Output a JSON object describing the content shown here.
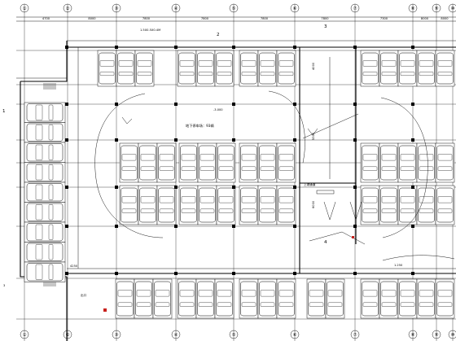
{
  "diagram": {
    "axes": [
      "①",
      "②",
      "③",
      "④",
      "⑤",
      "⑥",
      "⑦",
      "⑧",
      "⑨",
      "⑩"
    ],
    "side_axis": "1",
    "top_dims": [
      "4700",
      "8000",
      "7800",
      "7800",
      "7800",
      "7800",
      "7300",
      "8000",
      "8000"
    ],
    "labels": {
      "top_tag": "1.5X0.5X0.4M",
      "area_label": "地下停车场：93辆",
      "section_2": "2",
      "section_3": "3",
      "section_4": "4",
      "left_mark": "3",
      "corner_mark": "-3.000",
      "bottom_dim": "1.250",
      "side_dim": "4250",
      "lane_dim_1": "6000",
      "lane_dim_2": "4000",
      "lane_dim_3": "5300",
      "ramp_note": "上坡通道",
      "exit_note": "出口"
    },
    "colors": {
      "line": "#000000",
      "accent": "#c8201c",
      "paper": "#ffffff"
    }
  }
}
